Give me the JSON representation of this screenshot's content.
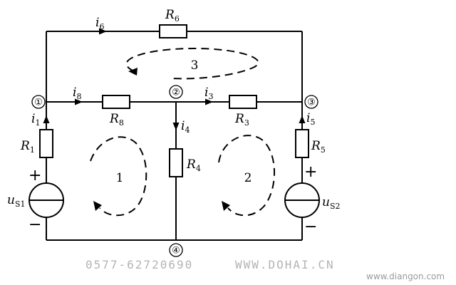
{
  "resistors": {
    "r6": {
      "name": "R",
      "sub": "6"
    },
    "r8": {
      "name": "R",
      "sub": "8"
    },
    "r3": {
      "name": "R",
      "sub": "3"
    },
    "r1": {
      "name": "R",
      "sub": "1"
    },
    "r4": {
      "name": "R",
      "sub": "4"
    },
    "r5": {
      "name": "R",
      "sub": "5"
    }
  },
  "currents": {
    "i6": {
      "name": "i",
      "sub": "6"
    },
    "i8": {
      "name": "i",
      "sub": "8"
    },
    "i3": {
      "name": "i",
      "sub": "3"
    },
    "i1": {
      "name": "i",
      "sub": "1"
    },
    "i4": {
      "name": "i",
      "sub": "4"
    },
    "i5": {
      "name": "i",
      "sub": "5"
    }
  },
  "sources": {
    "us1": {
      "name": "u",
      "sub": "S1",
      "plus": "+",
      "minus": "−"
    },
    "us2": {
      "name": "u",
      "sub": "S2",
      "plus": "+",
      "minus": "−"
    }
  },
  "nodes": [
    "①",
    "②",
    "③",
    "④"
  ],
  "loops": [
    "1",
    "2",
    "3"
  ],
  "watermarks": {
    "phone": "0577-62720690",
    "site": "WWW.DOHAI.CN",
    "site2": "www.diangon.com"
  }
}
